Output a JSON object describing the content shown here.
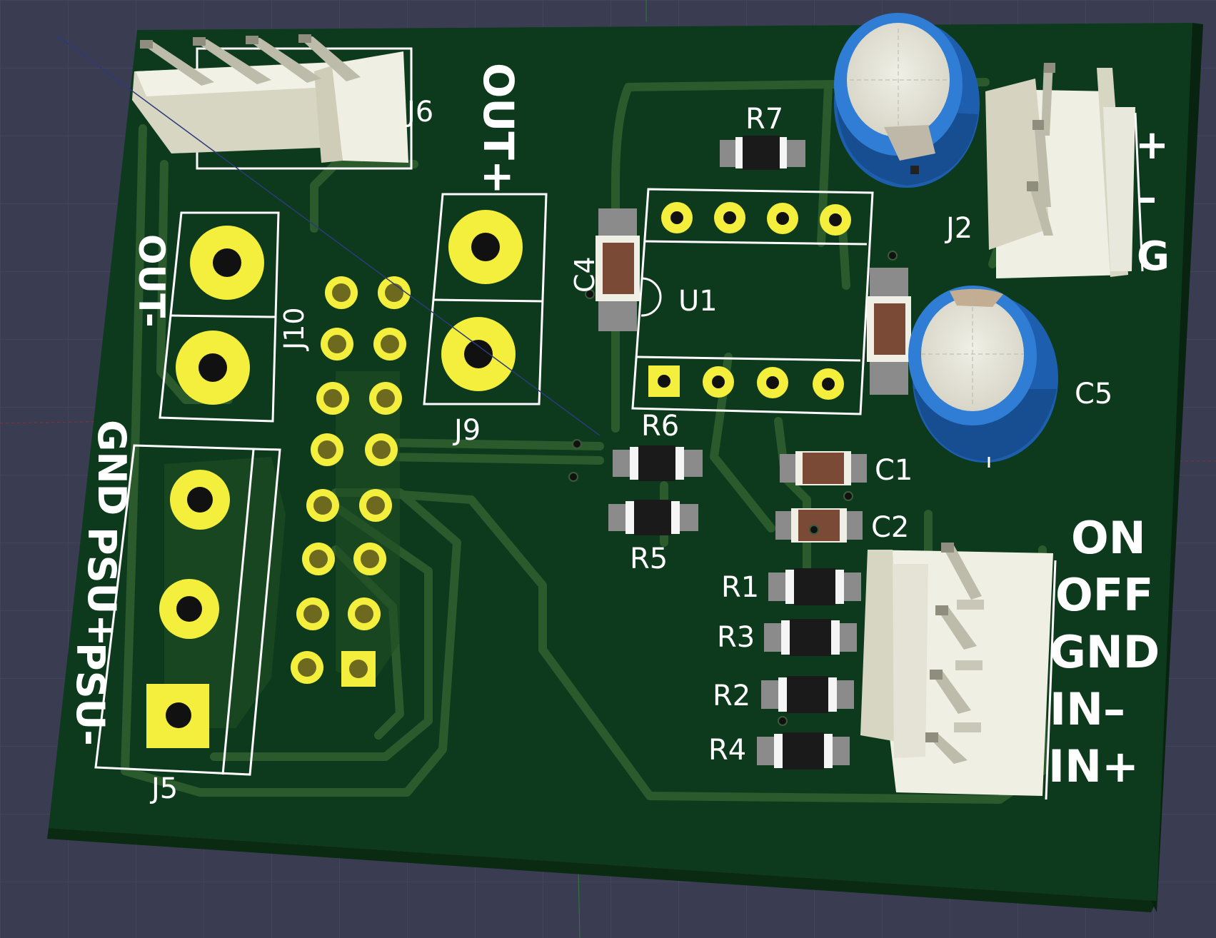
{
  "viewer": {
    "background_color": "#3a3c52",
    "board_color": "#0d3a1c",
    "trace_color": "#2b5a2c",
    "pad_color": "#f3ef3c",
    "silkscreen_color": "#ffffff"
  },
  "silkscreen": {
    "out_plus": "OUT+",
    "out_minus": "OUT-",
    "gnd": "GND",
    "psu_plus": "PSU+",
    "psu_minus": "PSU-",
    "plus": "+",
    "minus": "–",
    "g": "G",
    "on": "ON",
    "off": "OFF",
    "gnd2": "GND",
    "in_minus": "IN–",
    "in_plus": "IN+"
  },
  "refs": {
    "j6": "J6",
    "j10": "J10",
    "j9": "J9",
    "j5": "J5",
    "j2": "J2",
    "u1": "U1",
    "c4": "C4",
    "c5": "C5",
    "c1": "C1",
    "c2": "C2",
    "r7": "R7",
    "r6": "R6",
    "r5": "R5",
    "r1": "R1",
    "r3": "R3",
    "r2": "R2",
    "r4": "R4"
  }
}
